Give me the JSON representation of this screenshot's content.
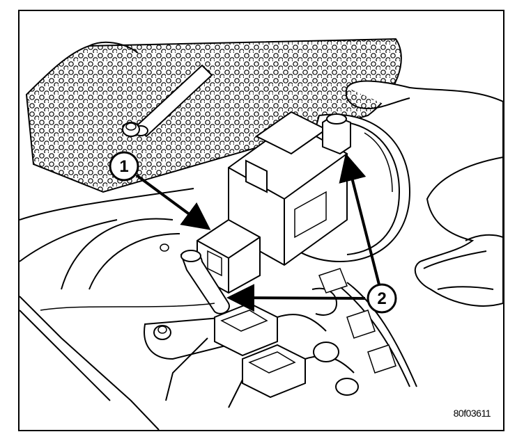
{
  "figure": {
    "id": "80f03611",
    "callouts": [
      {
        "label": "1"
      },
      {
        "label": "2"
      }
    ],
    "colors": {
      "ink": "#000000",
      "paper": "#ffffff"
    }
  }
}
